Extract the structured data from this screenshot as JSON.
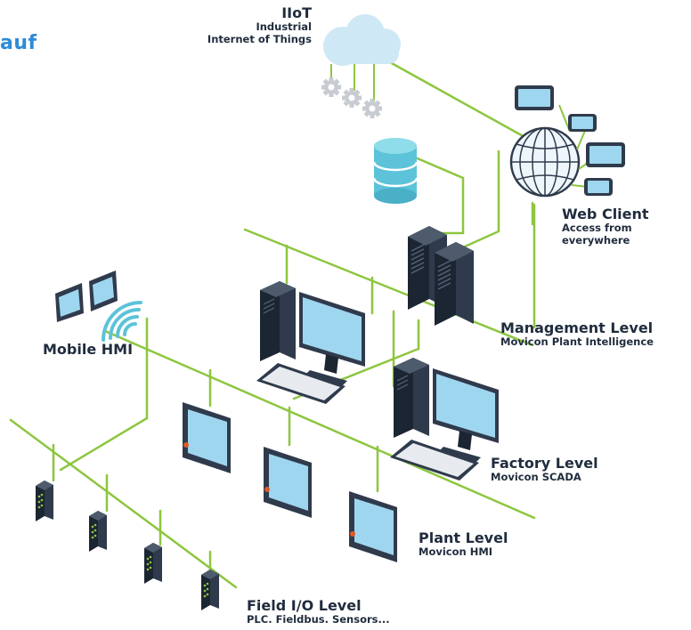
{
  "brand": {
    "text": "auf"
  },
  "levels": {
    "iiot": {
      "title": "IIoT",
      "line1": "Industrial",
      "line2": "Internet of Things"
    },
    "web_client": {
      "title": "Web Client",
      "line1": "Access from",
      "line2": "everywhere"
    },
    "management": {
      "title": "Management Level",
      "subtitle": "Movicon Plant Intelligence"
    },
    "mobile_hmi": {
      "title": "Mobile HMI"
    },
    "factory": {
      "title": "Factory Level",
      "subtitle": "Movicon SCADA"
    },
    "plant": {
      "title": "Plant Level",
      "subtitle": "Movicon HMI"
    },
    "field": {
      "title": "Field I/O Level",
      "subtitle": "PLC. Fieldbus. Sensors..."
    }
  },
  "colors": {
    "network_line": "#8dc63f",
    "dark_device": "#2f3b4c",
    "screen": "#9fd6ef",
    "cloud": "#cfe8f6",
    "database": "#5cc3d9",
    "text": "#1f2c3d",
    "brand": "#2e8bd8"
  },
  "icons": [
    "cloud-icon",
    "gear-icon",
    "database-icon",
    "globe-icon",
    "tablet-icon",
    "smartphone-icon",
    "server-icon",
    "desktop-computer-icon",
    "keyboard-icon",
    "wifi-icon",
    "hmi-panel-icon",
    "plc-module-icon"
  ]
}
